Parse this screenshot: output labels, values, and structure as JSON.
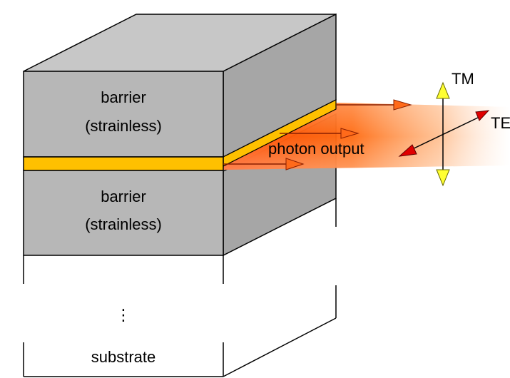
{
  "labels": {
    "barrier_top": "barrier",
    "barrier_top_sub": "(strainless)",
    "barrier_bottom": "barrier",
    "barrier_bottom_sub": "(strainless)",
    "ellipsis": "⋮",
    "substrate": "substrate",
    "photon_output": "photon output",
    "tm": "TM",
    "te": "TE"
  },
  "colors": {
    "barrier_front": "#b7b7b7",
    "barrier_side": "#a6a6a6",
    "barrier_top_face": "#c7c7c7",
    "active_layer": "#ffc000",
    "beam": "#ff5a00",
    "arrow_tm": "#ffff33",
    "arrow_te": "#e00000",
    "stroke": "#000000"
  }
}
